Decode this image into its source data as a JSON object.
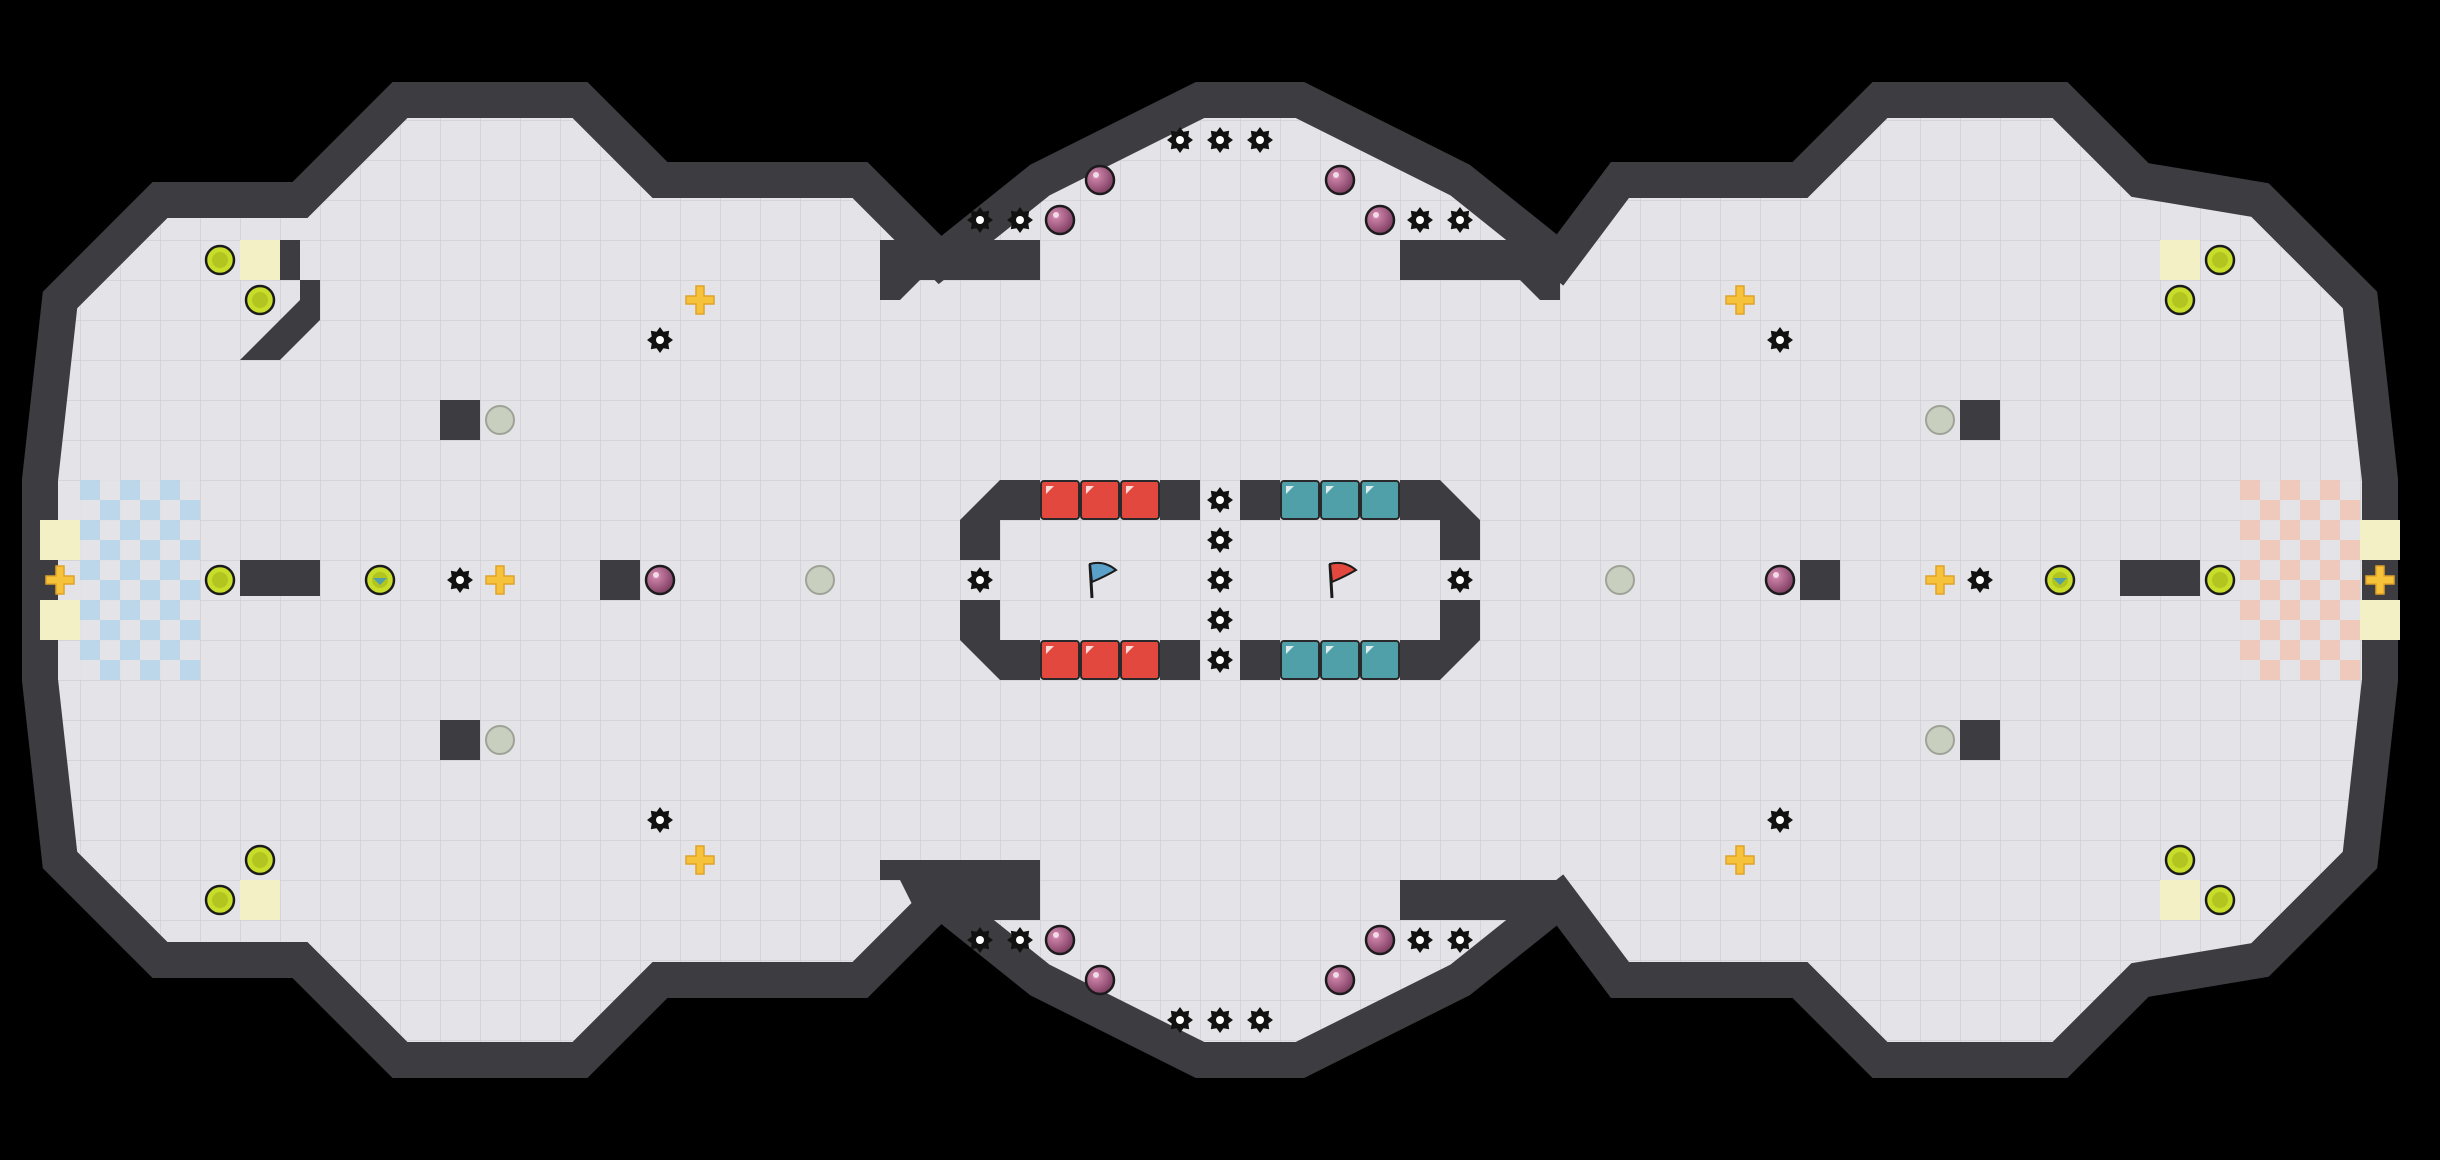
{
  "map": {
    "mode": "capture-the-flag",
    "grid_cols": 61,
    "grid_rows": 29,
    "colors": {
      "background": "#000000",
      "floor": "#e4e4e8",
      "grid_line": "#cfcfd4",
      "wall": "#3d3d41",
      "wall_edge": "#2a2a2d",
      "red_gate": "#e2483d",
      "blue_gate": "#4fa0a8",
      "boost": "#c8dc2a",
      "bomb": "#b05a86",
      "powerup": "#f5c23a",
      "spike": "#111111",
      "portal_inactive": "#c9cfbe",
      "blue_endzone": "#b9d6ea",
      "red_endzone": "#f1c6b8",
      "yellow_tile": "#f2f0c4"
    },
    "flags": [
      {
        "team": "blue",
        "icon": "blue-flag-icon"
      },
      {
        "team": "red",
        "icon": "red-flag-icon"
      }
    ],
    "legend": {
      "spike": "spike-icon",
      "boost": "boost-icon",
      "team_boost": "team-boost-icon",
      "bomb": "bomb-icon",
      "powerup": "powerup-icon",
      "portal": "portal-icon",
      "gate": "gate-tile"
    }
  }
}
